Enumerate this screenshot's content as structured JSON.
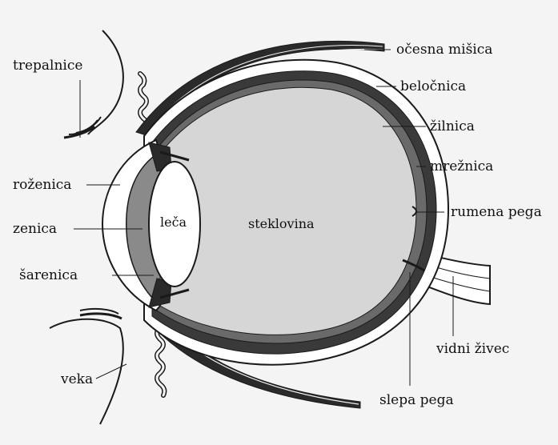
{
  "diagram": {
    "labels": {
      "trepalnice": "trepalnice",
      "ocesna_misica": "očesna mišica",
      "beloc": "beločnica",
      "zilnica": "žilnica",
      "mreznica": "mrežnica",
      "rumena_pega": "rumena pega",
      "rozenica": "roženica",
      "zenica": "zenica",
      "leca": "leča",
      "steklovina": "steklovina",
      "sarenica": "šarenica",
      "vidni_zivec": "vidni živec",
      "veka": "veka",
      "slepa_pega": "slepa pega"
    },
    "colors": {
      "background": "#f4f4f4",
      "outline": "#1a1a1a",
      "sclera_fill": "#ffffff",
      "choroid_fill": "#3a3a3a",
      "retina_fill": "#6a6a6a",
      "vitreous_fill": "#d6d6d6",
      "cornea_fill": "#8a8a8a",
      "lens_fill": "#ffffff"
    }
  }
}
